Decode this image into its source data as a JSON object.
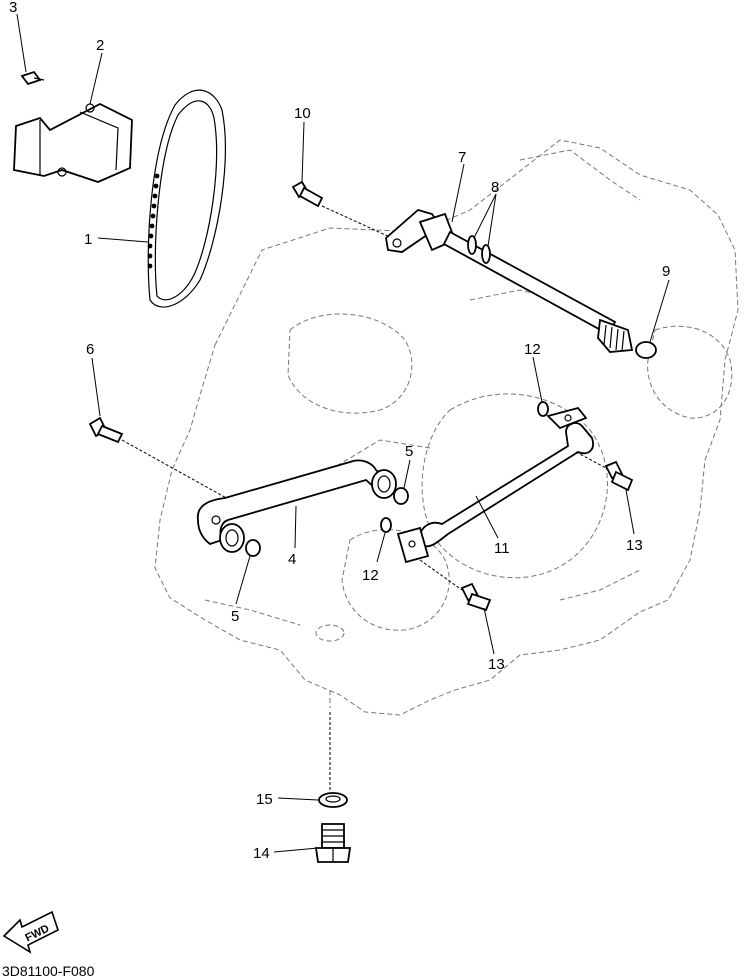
{
  "callouts": {
    "c1": "1",
    "c2": "2",
    "c3": "3",
    "c4": "4",
    "c5a": "5",
    "c5b": "5",
    "c6": "6",
    "c7": "7",
    "c8": "8",
    "c9": "9",
    "c10": "10",
    "c11": "11",
    "c12a": "12",
    "c12b": "12",
    "c13a": "13",
    "c13b": "13",
    "c14": "14",
    "c15": "15"
  },
  "fwd_badge": "FWD",
  "drawing_code": "3D81100-F080"
}
